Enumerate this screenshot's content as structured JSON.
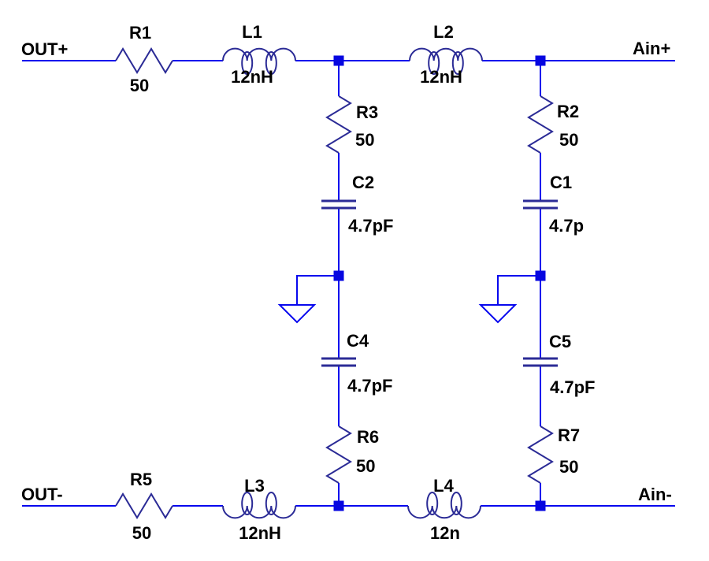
{
  "colors": {
    "wire": "#0808ee",
    "component": "#2b2b96",
    "node": "#0606e0",
    "text": "#000000",
    "background": "#ffffff"
  },
  "ports": {
    "out_plus": "OUT+",
    "out_minus": "OUT-",
    "ain_plus": "Ain+",
    "ain_minus": "Ain-"
  },
  "components": {
    "r1": {
      "name": "R1",
      "value": "50"
    },
    "r2": {
      "name": "R2",
      "value": "50"
    },
    "r3": {
      "name": "R3",
      "value": "50"
    },
    "r5": {
      "name": "R5",
      "value": "50"
    },
    "r6": {
      "name": "R6",
      "value": "50"
    },
    "r7": {
      "name": "R7",
      "value": "50"
    },
    "l1": {
      "name": "L1",
      "value": "12nH"
    },
    "l2": {
      "name": "L2",
      "value": "12nH"
    },
    "l3": {
      "name": "L3",
      "value": "12nH"
    },
    "l4": {
      "name": "L4",
      "value": "12n"
    },
    "c1": {
      "name": "C1",
      "value": "4.7p"
    },
    "c2": {
      "name": "C2",
      "value": "4.7pF"
    },
    "c4": {
      "name": "C4",
      "value": "4.7pF"
    },
    "c5": {
      "name": "C5",
      "value": "4.7pF"
    }
  }
}
